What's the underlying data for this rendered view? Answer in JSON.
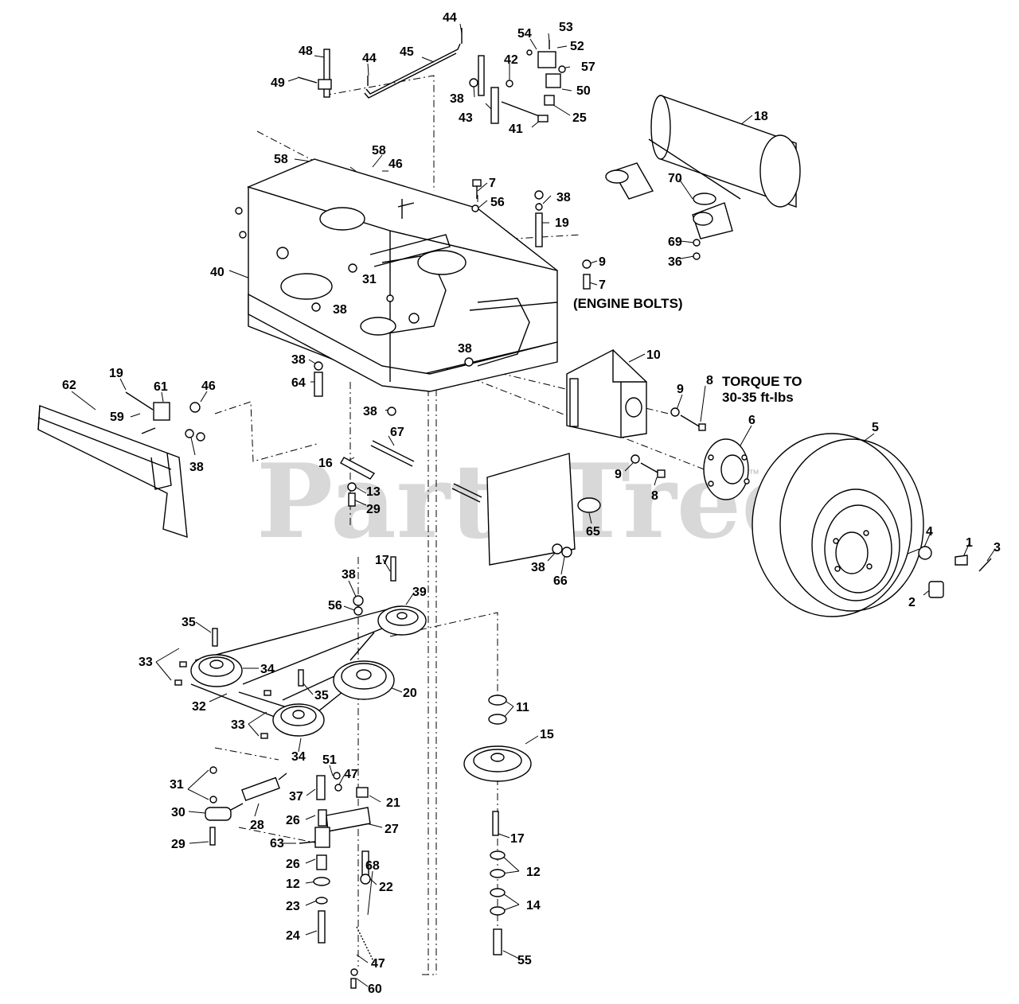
{
  "watermark": {
    "text": "PartsTree",
    "trademark": "™"
  },
  "notes": {
    "engine_bolts": "(ENGINE BOLTS)",
    "torque_line1": "TORQUE TO",
    "torque_line2": "30-35 ft-lbs"
  },
  "labels": {
    "p44a": "44",
    "p53": "53",
    "p54": "54",
    "p48": "48",
    "p45": "45",
    "p44b": "44",
    "p52": "52",
    "p42": "42",
    "p57": "57",
    "p49": "49",
    "p50": "50",
    "p38a": "38",
    "p43": "43",
    "p25": "25",
    "p41": "41",
    "p18": "18",
    "p58a": "58",
    "p58b": "58",
    "p46a": "46",
    "p7a": "7",
    "p56a": "56",
    "p38b": "38",
    "p70": "70",
    "p19a": "19",
    "p69": "69",
    "p36": "36",
    "p9a": "9",
    "p40": "40",
    "p31a": "31",
    "p7b": "7",
    "p38c": "38",
    "p38d": "38",
    "p10": "10",
    "p38e": "38",
    "p64": "64",
    "p19b": "19",
    "p62": "62",
    "p61": "61",
    "p46b": "46",
    "p8a": "8",
    "p9b": "9",
    "p6": "6",
    "p5": "5",
    "p59": "59",
    "p38f": "38",
    "p38g": "38",
    "p67": "67",
    "p16": "16",
    "p9c": "9",
    "p8b": "8",
    "p13": "13",
    "p29a": "29",
    "p65": "65",
    "p4": "4",
    "p1": "1",
    "p3": "3",
    "p38h": "38",
    "p66": "66",
    "p2": "2",
    "p38i": "38",
    "p17a": "17",
    "p39": "39",
    "p56b": "56",
    "p35a": "35",
    "p33a": "33",
    "p34a": "34",
    "p20": "20",
    "p35b": "35",
    "p32": "32",
    "p33b": "33",
    "p11": "11",
    "p34b": "34",
    "p15": "15",
    "p51": "51",
    "p31b": "31",
    "p47a": "47",
    "p37": "37",
    "p21": "21",
    "p30": "30",
    "p28": "28",
    "p26a": "26",
    "p27": "27",
    "p29b": "29",
    "p63": "63",
    "p17b": "17",
    "p26b": "26",
    "p12a": "12",
    "p22": "22",
    "p12b": "12",
    "p23": "23",
    "p14": "14",
    "p68": "68",
    "p24": "24",
    "p47b": "47",
    "p55": "55",
    "p60": "60"
  }
}
